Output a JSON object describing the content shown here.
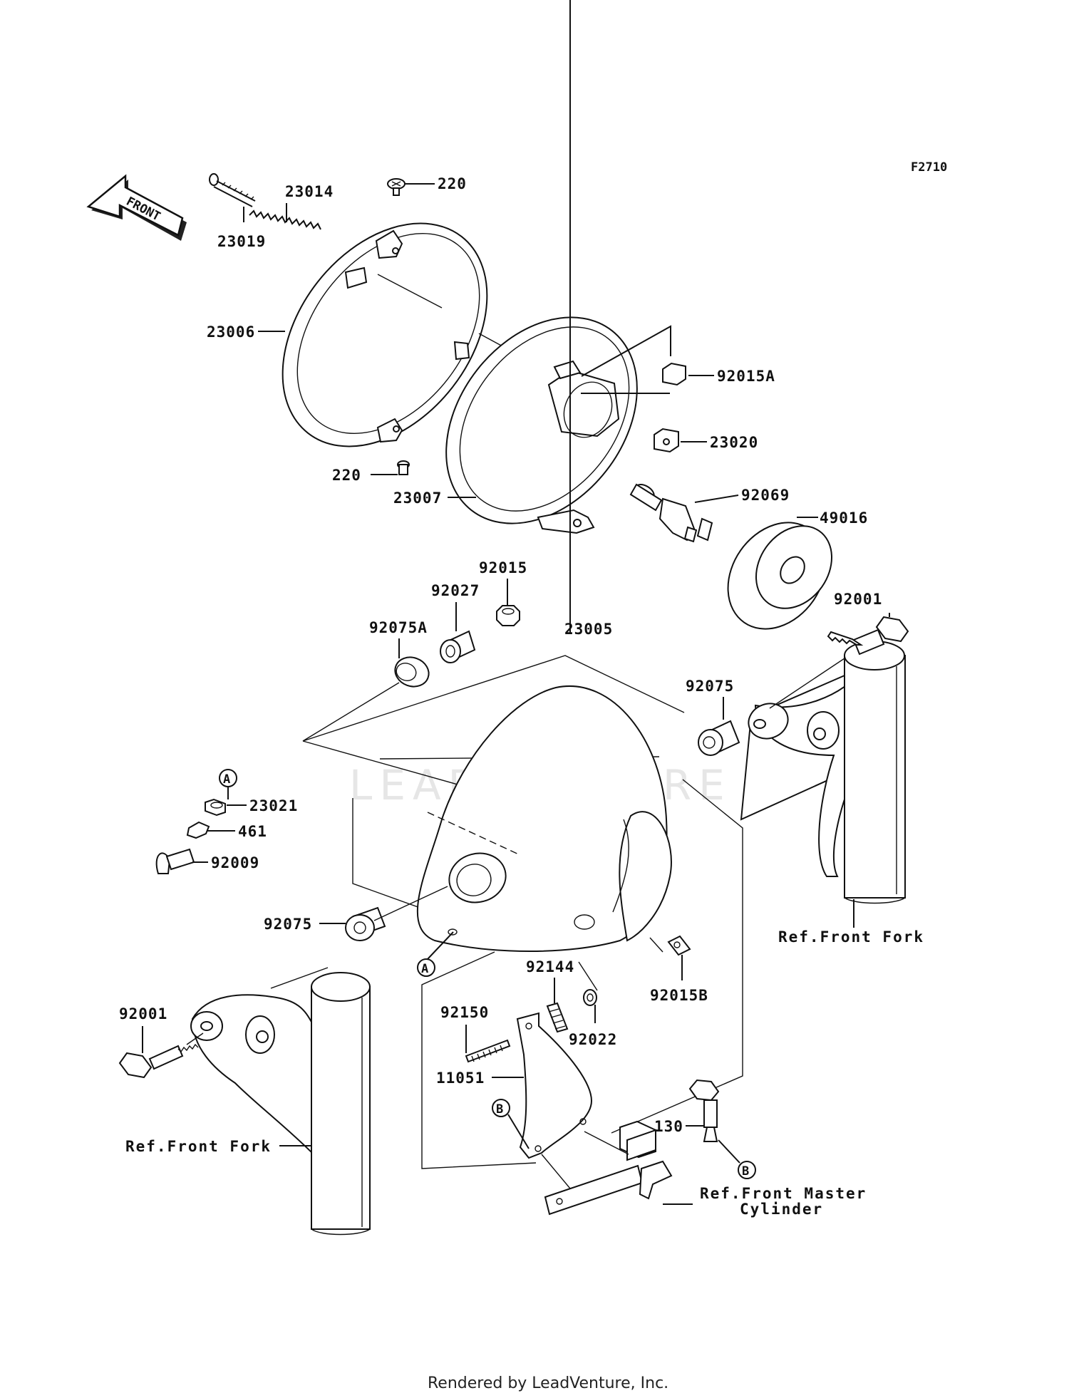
{
  "figure_code": "F2710",
  "front_arrow_label": "FRONT",
  "watermark": "LEADVENTURE",
  "footer": "Rendered by LeadVenture, Inc.",
  "callouts": {
    "A": "A",
    "B": "B"
  },
  "parts": {
    "p23019": "23019",
    "p23014": "23014",
    "p220_top": "220",
    "p23006": "23006",
    "p92015A": "92015A",
    "p23020": "23020",
    "p220_bottom": "220",
    "p23007": "23007",
    "p92069": "92069",
    "p49016": "49016",
    "p92015": "92015",
    "p92027": "92027",
    "p92075A": "92075A",
    "p23005": "23005",
    "p92001_right": "92001",
    "p92075_right": "92075",
    "p23021": "23021",
    "p461": "461",
    "p92009": "92009",
    "p92075_left": "92075",
    "p92144": "92144",
    "p92015B": "92015B",
    "p92150": "92150",
    "p92022": "92022",
    "p92001_left": "92001",
    "p11051": "11051",
    "p130": "130"
  },
  "references": {
    "front_fork_right": "Ref.Front Fork",
    "front_fork_left": "Ref.Front Fork",
    "master_cylinder_line1": "Ref.Front Master",
    "master_cylinder_line2": "Cylinder"
  }
}
